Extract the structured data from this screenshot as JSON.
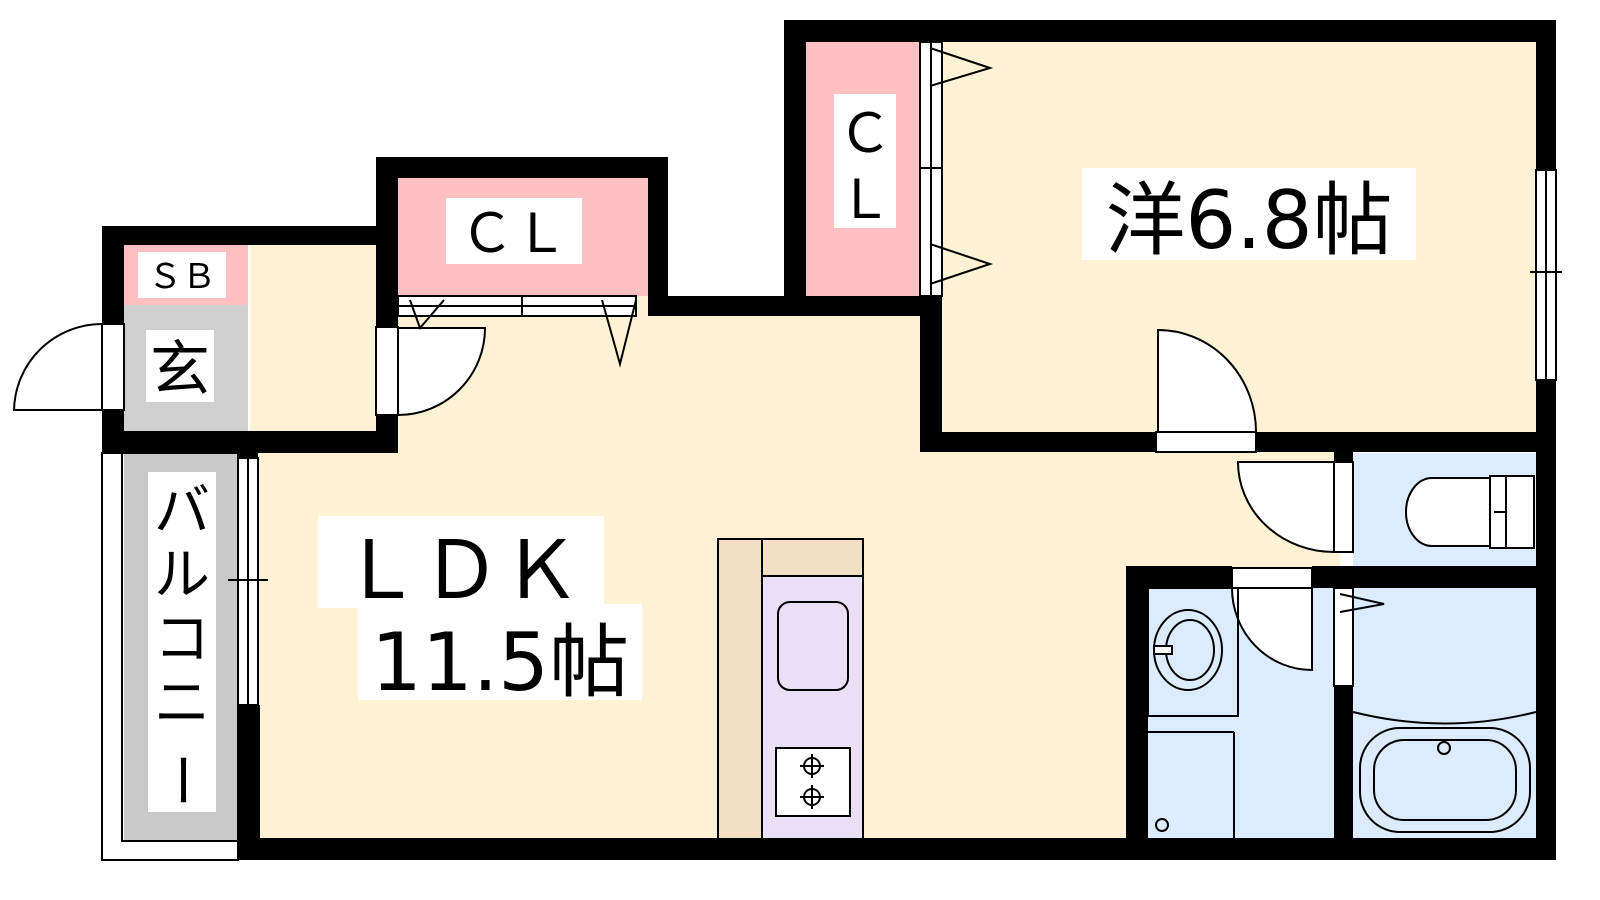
{
  "rooms": {
    "bedroom": {
      "label": "洋6.8帖"
    },
    "ldk": {
      "label_line1": "ＬＤＫ",
      "label_line2": "11.5帖"
    },
    "closet_bedroom": {
      "label_line1": "Ｃ",
      "label_line2": "Ｌ"
    },
    "closet_center": {
      "label": "ＣＬ"
    },
    "shoe_box": {
      "label": "ＳＢ"
    },
    "entrance": {
      "label": "玄"
    },
    "balcony": {
      "label": [
        "バ",
        "ル",
        "コ",
        "ニ",
        "ー"
      ]
    }
  },
  "colors": {
    "room_floor": "#FFF2D4",
    "closet": "#FFBFC0",
    "entrance": "#CFCFCF",
    "balcony": "#C9C9C9",
    "wet_area": "#DCEBFD",
    "kitchen": "#EADFF4",
    "counter": "#F2E0C6",
    "wall": "#000000"
  }
}
